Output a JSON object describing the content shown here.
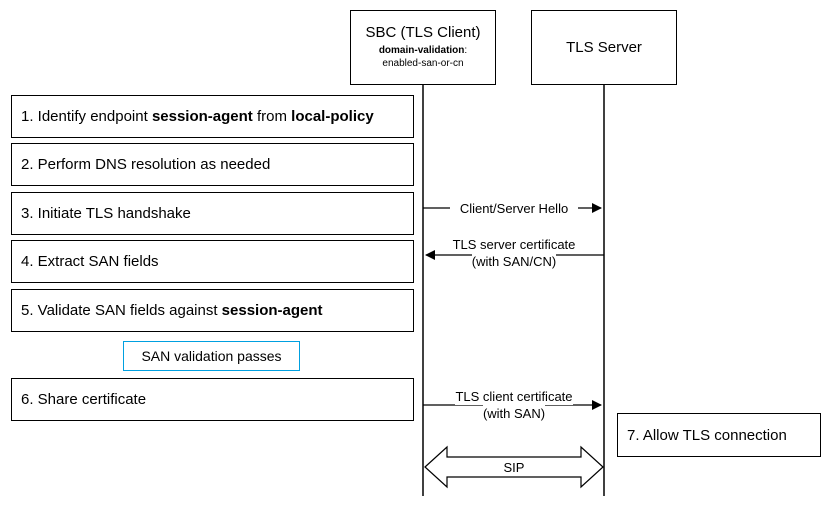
{
  "participants": {
    "sbc": {
      "title": "SBC (TLS Client)",
      "param": "domain-validation",
      "param_colon": ":",
      "value": "enabled-san-or-cn"
    },
    "server": {
      "title": "TLS Server"
    }
  },
  "steps": [
    {
      "pre": "1. Identify endpoint ",
      "bold1": "session-agent",
      "mid": " from ",
      "bold2": "local-policy"
    },
    {
      "pre": "2. Perform DNS resolution as needed"
    },
    {
      "pre": "3. Initiate TLS handshake"
    },
    {
      "pre": "4. Extract SAN fields"
    },
    {
      "pre": "5. Validate SAN fields against ",
      "bold1": "session-agent"
    },
    {
      "pre": "6. Share certificate"
    }
  ],
  "validation_note": "SAN validation passes",
  "server_step": "7. Allow TLS connection",
  "messages": {
    "hello": "Client/Server Hello",
    "server_cert_line1": "TLS server certificate",
    "server_cert_line2": "(with SAN/CN)",
    "client_cert_line1": "TLS client certificate",
    "client_cert_line2": "(with SAN)",
    "sip": "SIP"
  },
  "colors": {
    "line": "#000000",
    "note_border": "#00a0e0"
  }
}
